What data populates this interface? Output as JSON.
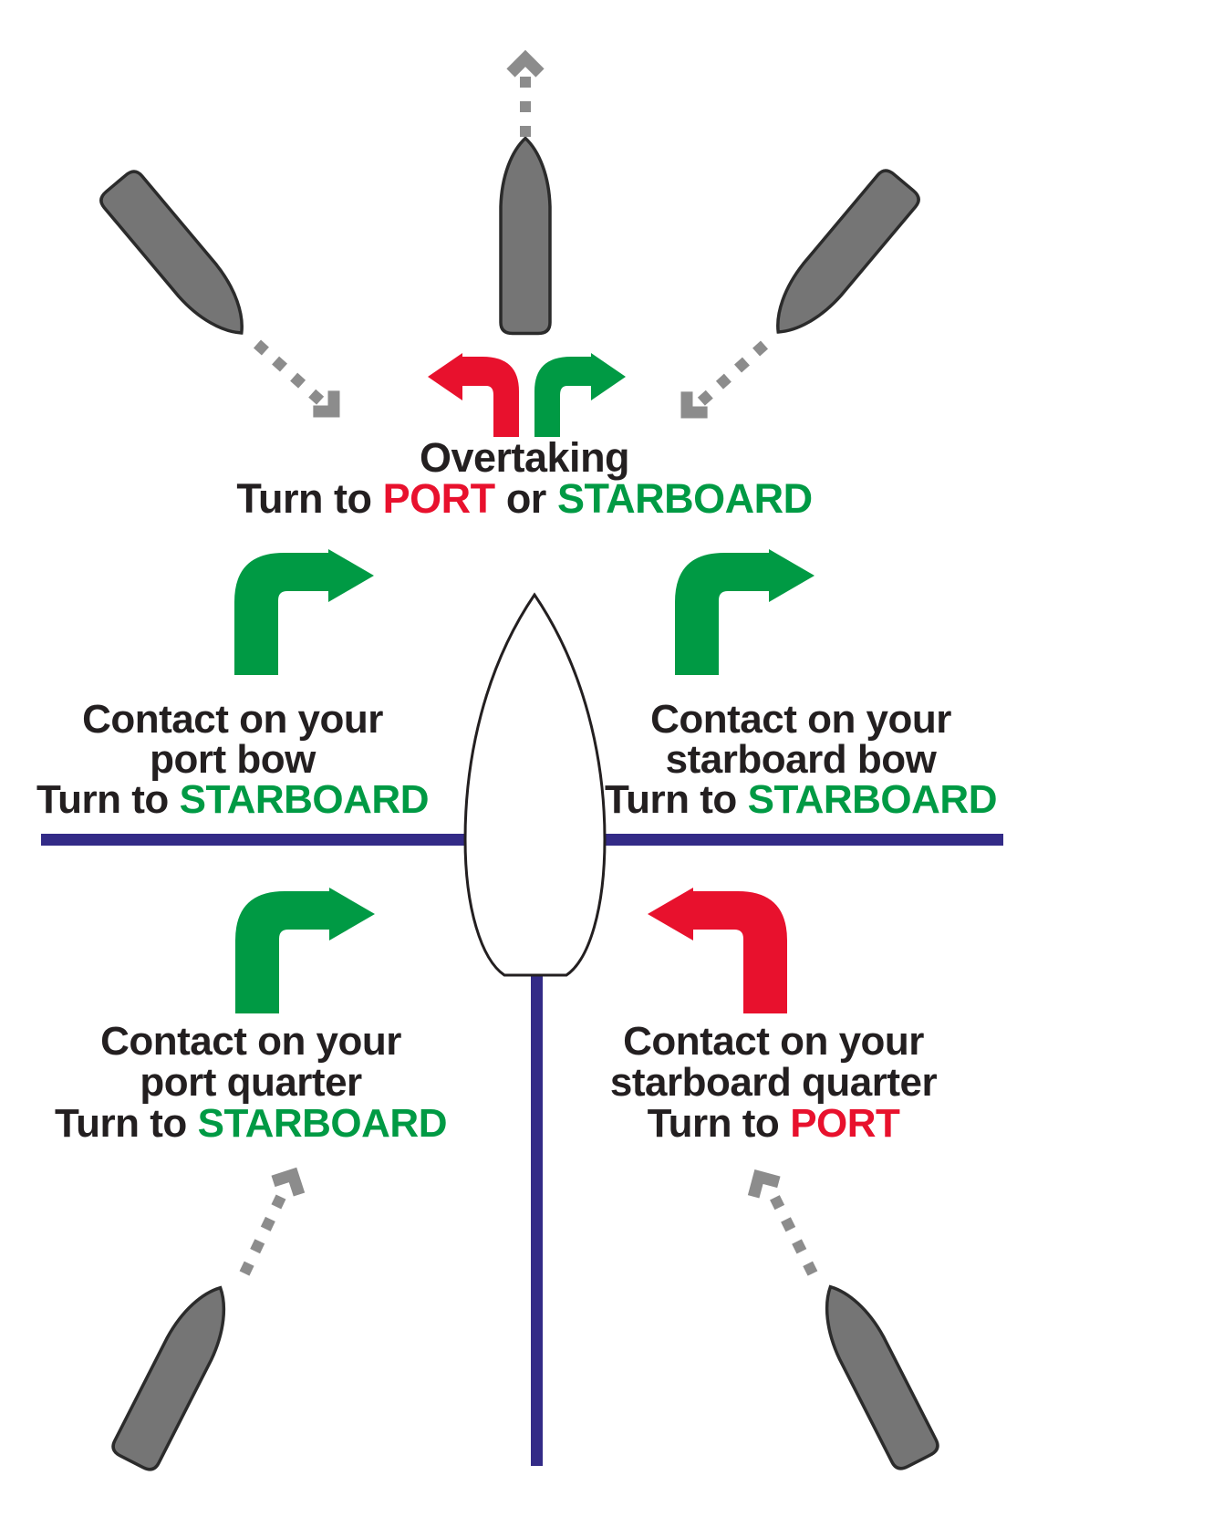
{
  "colors": {
    "red": "#e8112d",
    "green": "#009a44",
    "navy": "#332b87",
    "text_black": "#231f20",
    "boat_gray": "#757575",
    "boat_outline": "#2b2b2b",
    "hull_white": "#ffffff",
    "dash_gray": "#8c8c8c"
  },
  "icons": {
    "turn_left_arrow": "red-curved-arrow-up-then-left",
    "turn_right_arrow": "green-curved-arrow-up-then-right",
    "course_arrow": "gray-dashed-arrow-with-chevron-head",
    "boat": "hull-outline-viewed-from-above"
  },
  "labels": {
    "overtaking": {
      "line1": "Overtaking",
      "turn_prefix": "Turn to",
      "port": "PORT",
      "conjunction": "or",
      "starboard": "STARBOARD"
    },
    "port_bow": {
      "line1": "Contact on your",
      "line2": "port bow",
      "turn_prefix": "Turn to",
      "action": "STARBOARD"
    },
    "starboard_bow": {
      "line1": "Contact on your",
      "line2": "starboard bow",
      "turn_prefix": "Turn to",
      "action": "STARBOARD"
    },
    "port_quarter": {
      "line1": "Contact on your",
      "line2": "port quarter",
      "turn_prefix": "Turn to",
      "action": "STARBOARD"
    },
    "starboard_quarter": {
      "line1": "Contact on your",
      "line2": "starboard quarter",
      "turn_prefix": "Turn to",
      "action": "PORT"
    }
  }
}
